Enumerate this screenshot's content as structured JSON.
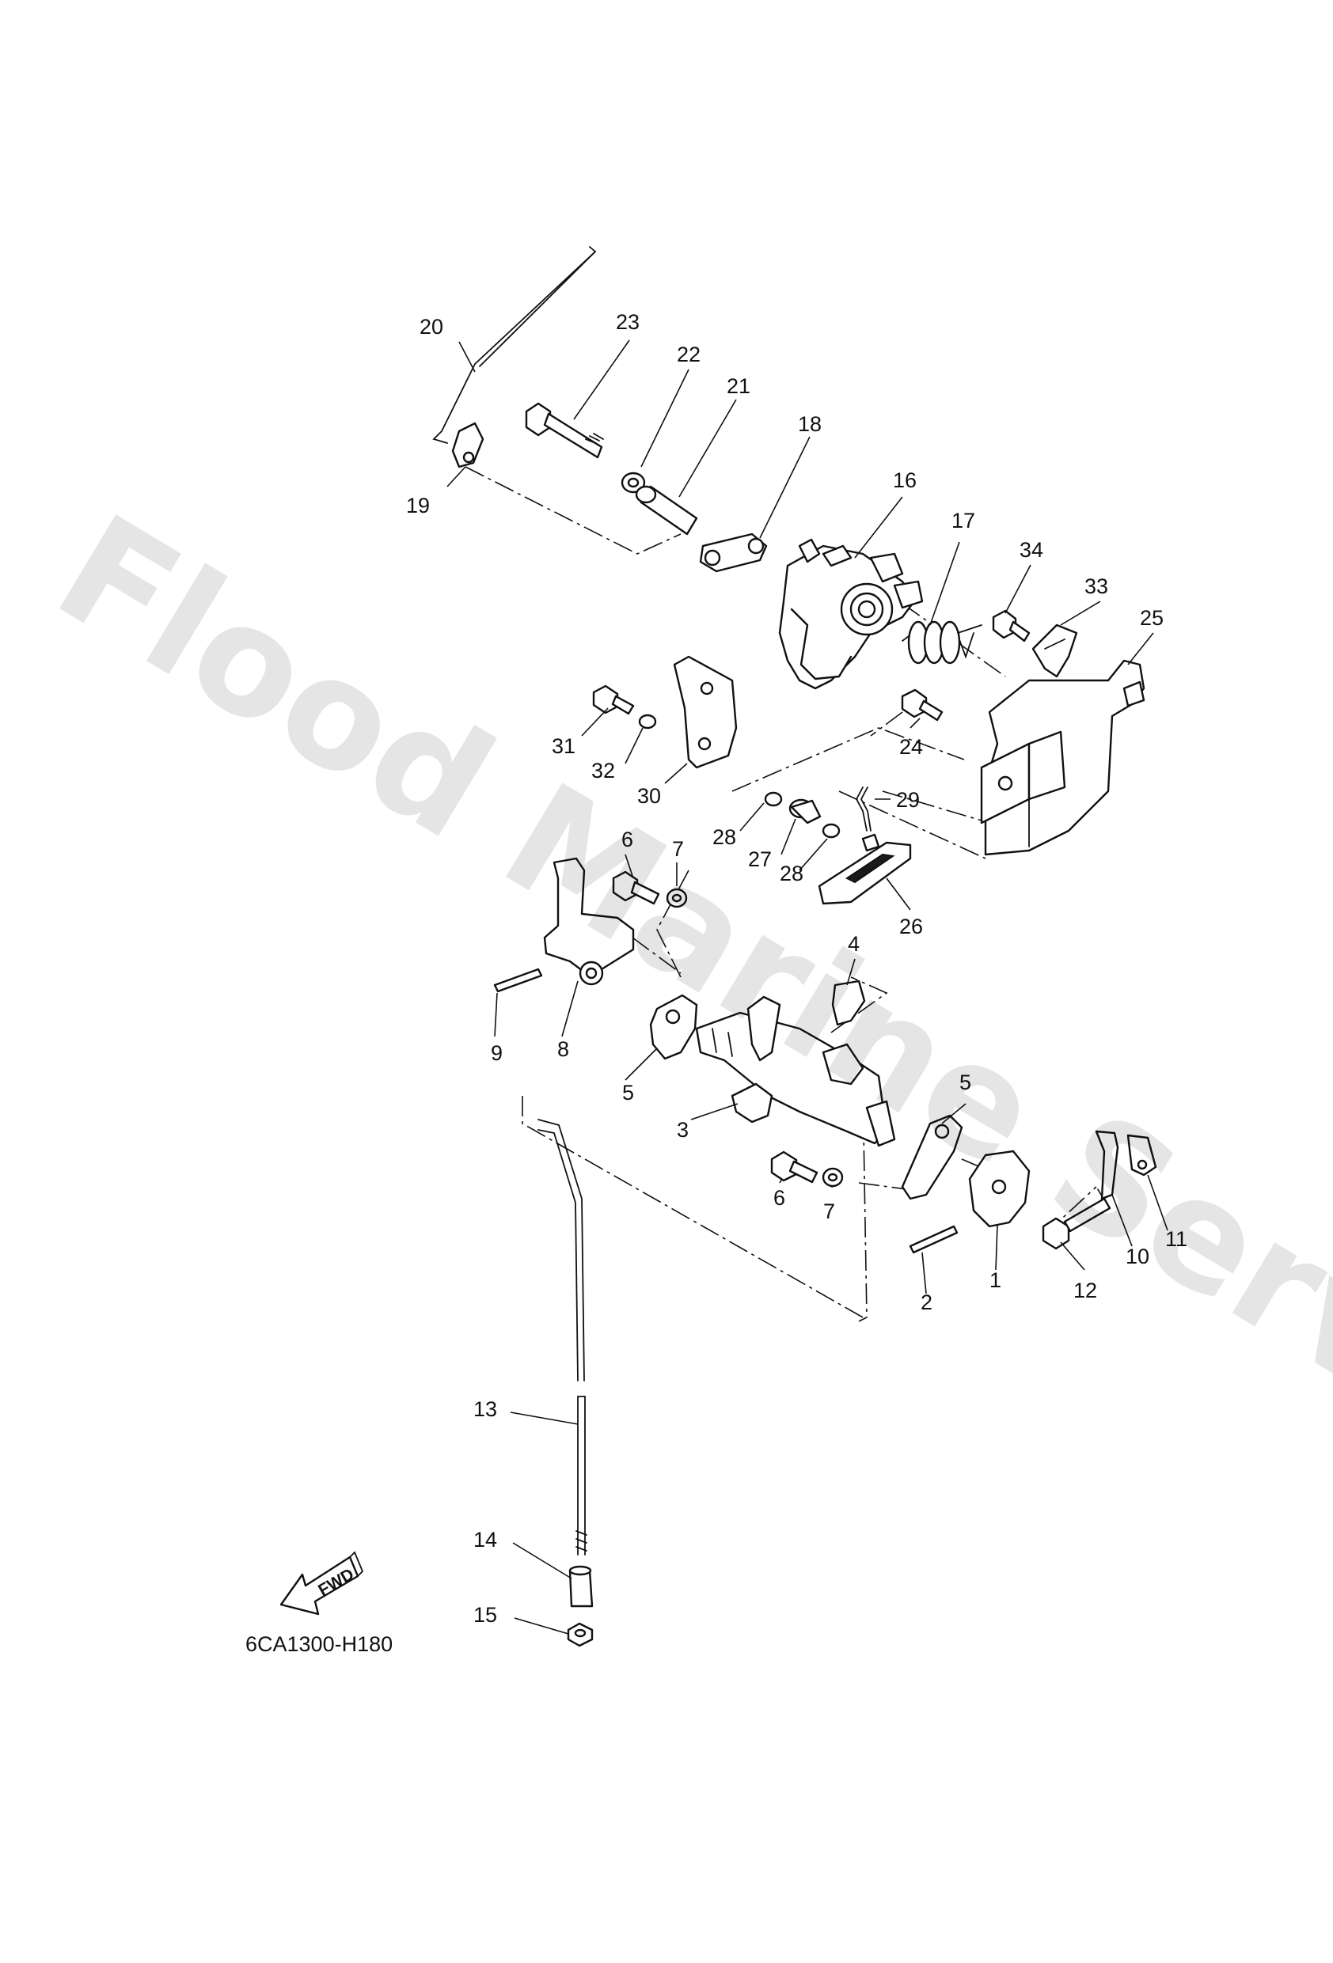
{
  "diagram": {
    "drawing_code": "6CA1300-H180",
    "fwd_label": "FWD",
    "watermark": "Flood Marine Services",
    "callouts": {
      "c1": "1",
      "c2": "2",
      "c3": "3",
      "c4": "4",
      "c5a": "5",
      "c5b": "5",
      "c6a": "6",
      "c6b": "6",
      "c7a": "7",
      "c7b": "7",
      "c8": "8",
      "c9": "9",
      "c10": "10",
      "c11": "11",
      "c12": "12",
      "c13": "13",
      "c14": "14",
      "c15": "15",
      "c16": "16",
      "c17": "17",
      "c18": "18",
      "c19": "19",
      "c20": "20",
      "c21": "21",
      "c22": "22",
      "c23": "23",
      "c24": "24",
      "c25": "25",
      "c26": "26",
      "c27": "27",
      "c28a": "28",
      "c28b": "28",
      "c29": "29",
      "c30": "30",
      "c31": "31",
      "c32": "32",
      "c33": "33",
      "c34": "34"
    }
  }
}
